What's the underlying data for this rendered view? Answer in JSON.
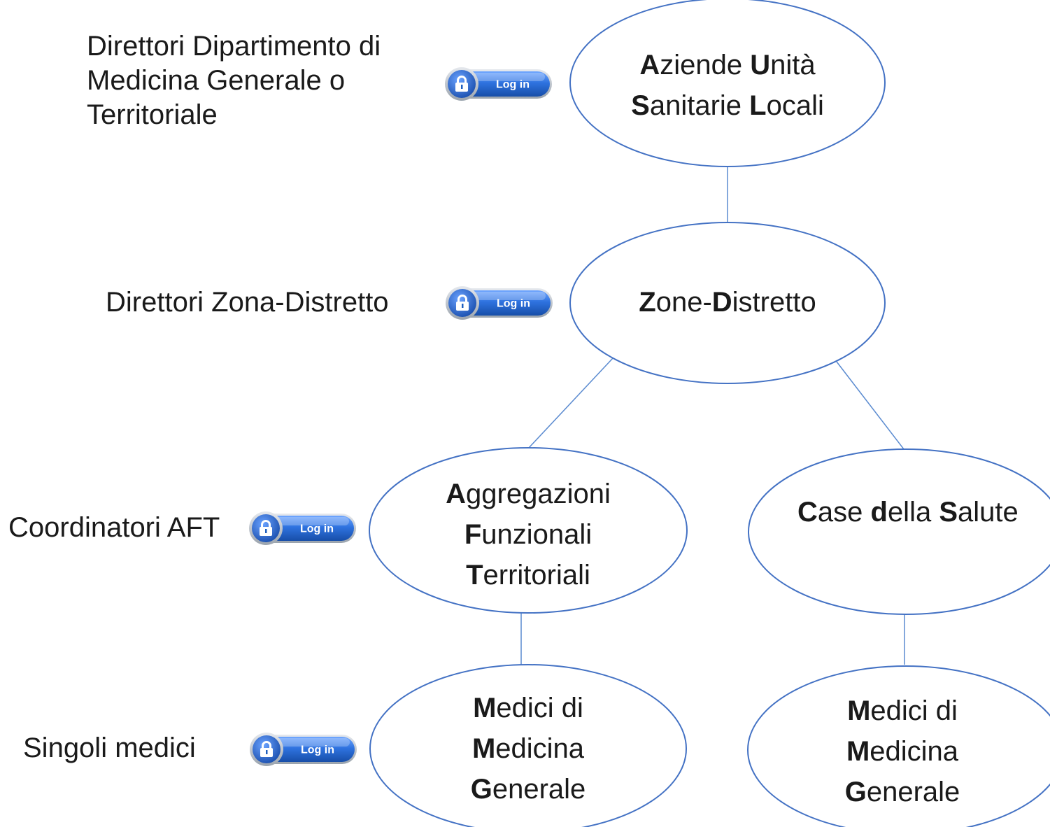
{
  "roles": [
    {
      "id": "dir-dipartimento",
      "lines": [
        "Direttori Dipartimento di",
        "Medicina Generale o",
        "Territoriale"
      ]
    },
    {
      "id": "dir-zona",
      "lines": [
        "Direttori Zona-Distretto"
      ]
    },
    {
      "id": "coord-aft",
      "lines": [
        "Coordinatori AFT"
      ]
    },
    {
      "id": "singoli",
      "lines": [
        "Singoli medici"
      ]
    }
  ],
  "login_label": "Log in",
  "nodes": [
    {
      "id": "ausl",
      "lines": [
        [
          {
            "b": "A",
            "t": "ziende "
          },
          {
            "b": "U",
            "t": "nità"
          }
        ],
        [
          {
            "b": "S",
            "t": "anitarie "
          },
          {
            "b": "L",
            "t": "ocali"
          }
        ]
      ]
    },
    {
      "id": "zone",
      "lines": [
        [
          {
            "b": "Z",
            "t": "one-"
          },
          {
            "b": "D",
            "t": "istretto"
          }
        ]
      ]
    },
    {
      "id": "aft",
      "lines": [
        [
          {
            "b": "A",
            "t": "ggregazioni"
          }
        ],
        [
          {
            "b": "F",
            "t": "unzionali"
          }
        ],
        [
          {
            "b": "T",
            "t": "erritoriali"
          }
        ]
      ]
    },
    {
      "id": "case",
      "lines": [
        [
          {
            "b": "C",
            "t": "ase "
          },
          {
            "b": "d",
            "t": "ella "
          },
          {
            "b": "S",
            "t": "alute"
          }
        ]
      ]
    },
    {
      "id": "mmg-aft",
      "lines": [
        [
          {
            "b": "M",
            "t": "edici di"
          }
        ],
        [
          {
            "b": "M",
            "t": "edicina"
          }
        ],
        [
          {
            "b": "G",
            "t": "enerale"
          }
        ]
      ]
    },
    {
      "id": "mmg-case",
      "lines": [
        [
          {
            "b": "M",
            "t": "edici di"
          }
        ],
        [
          {
            "b": "M",
            "t": "edicina"
          }
        ],
        [
          {
            "b": "G",
            "t": "enerale"
          }
        ]
      ]
    }
  ],
  "colors": {
    "node_stroke": "#4472c4",
    "connector": "#5b8bd0",
    "button_blue": "#1f5fbf",
    "text": "#1a1a1a"
  },
  "icons": {
    "login": "padlock-icon"
  }
}
